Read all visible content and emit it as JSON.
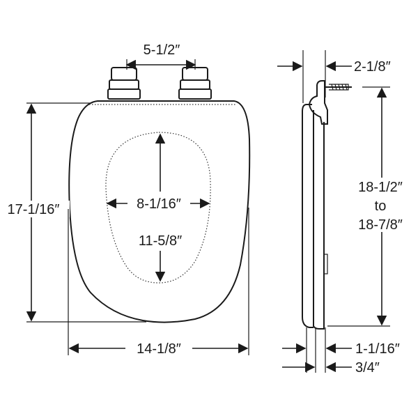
{
  "dimensions": {
    "hinge_spacing": "5-1/2″",
    "overall_length": "17-1/16″",
    "opening_width": "8-1/16″",
    "opening_length": "11-5/8″",
    "overall_width": "14-1/8″",
    "hinge_depth": "2-1/8″",
    "mount_range_line1": "18-1/2″",
    "mount_range_line2": "to",
    "mount_range_line3": "18-7/8″",
    "lid_thickness": "1-1/16″",
    "seat_thickness": "3/4″"
  },
  "colors": {
    "line": "#1a1a1a",
    "background": "#ffffff"
  }
}
